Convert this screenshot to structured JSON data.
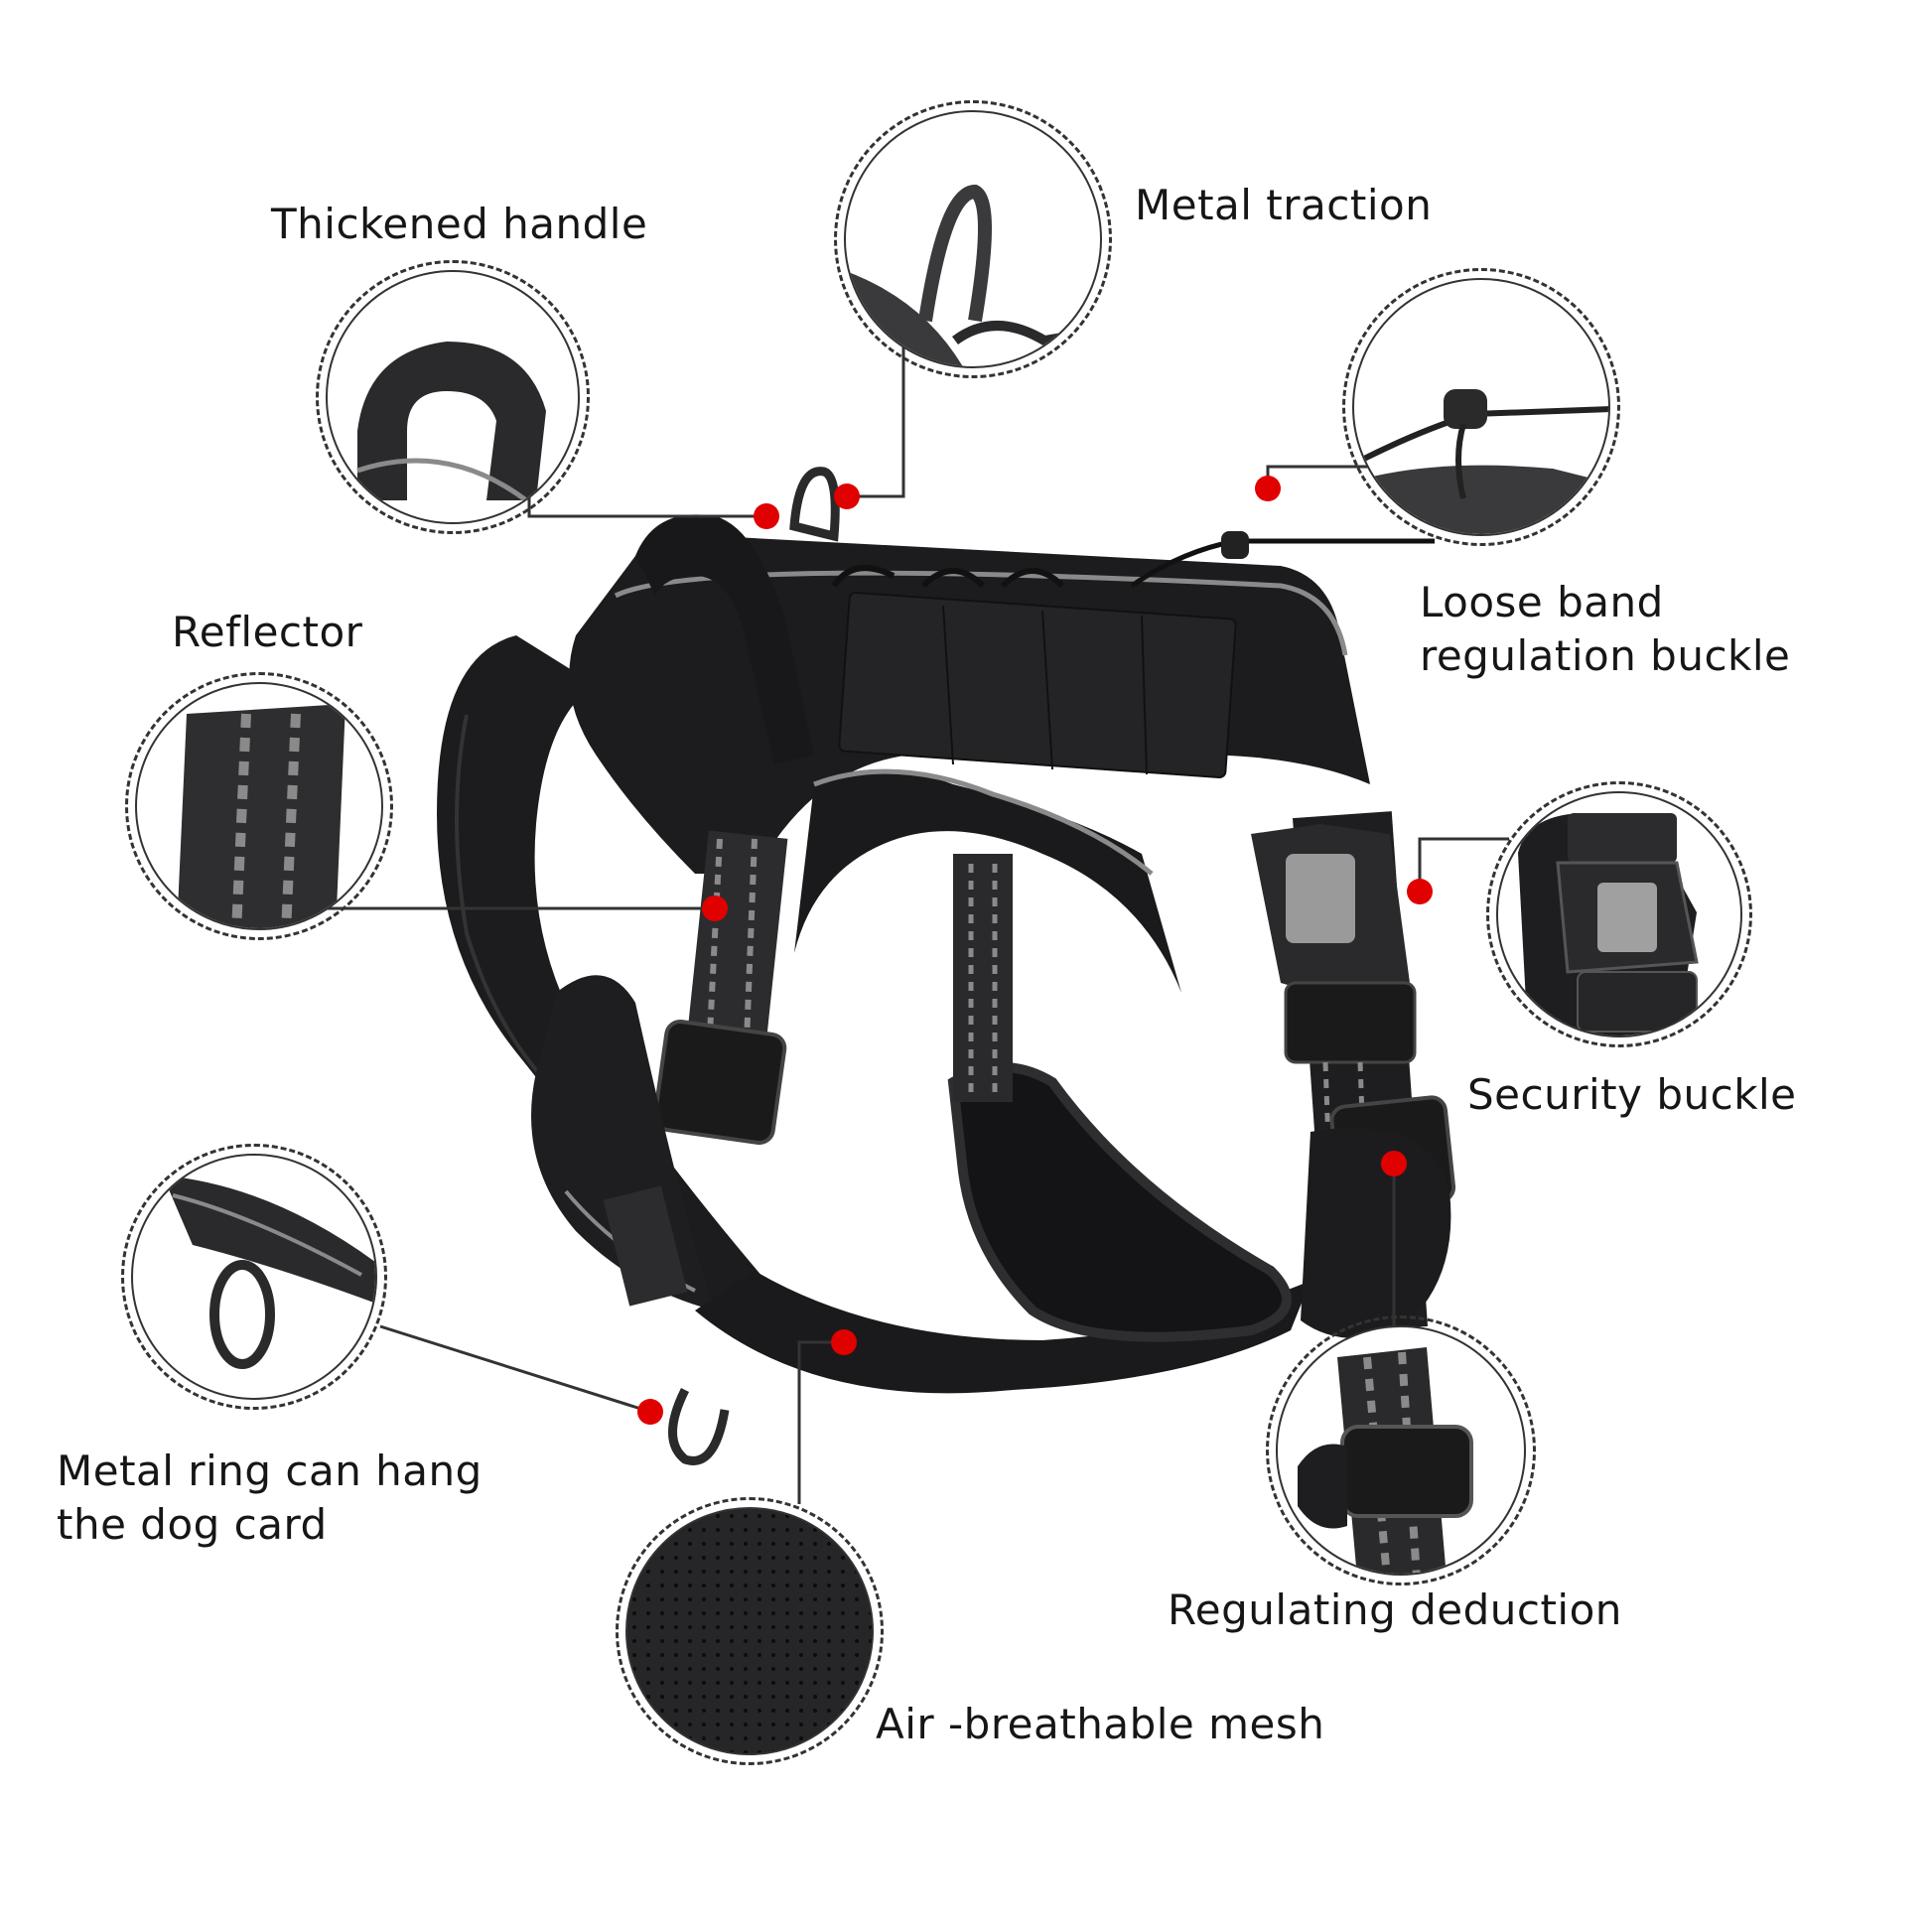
{
  "labels": {
    "thickened_handle": "Thickened handle",
    "metal_traction": "Metal traction",
    "loose_band_line1": "Loose band",
    "loose_band_line2": "regulation buckle",
    "reflector": "Reflector",
    "security_buckle": "Security buckle",
    "metal_ring_line1": "Metal ring can hang",
    "metal_ring_line2": "the dog card",
    "regulating_deduction": "Regulating deduction",
    "air_mesh": "Air -breathable mesh"
  },
  "colors": {
    "marker": "#e00000",
    "harness": "#1c1c1e",
    "reflective_trim": "#8a8a8a",
    "leader_line": "#333333"
  }
}
